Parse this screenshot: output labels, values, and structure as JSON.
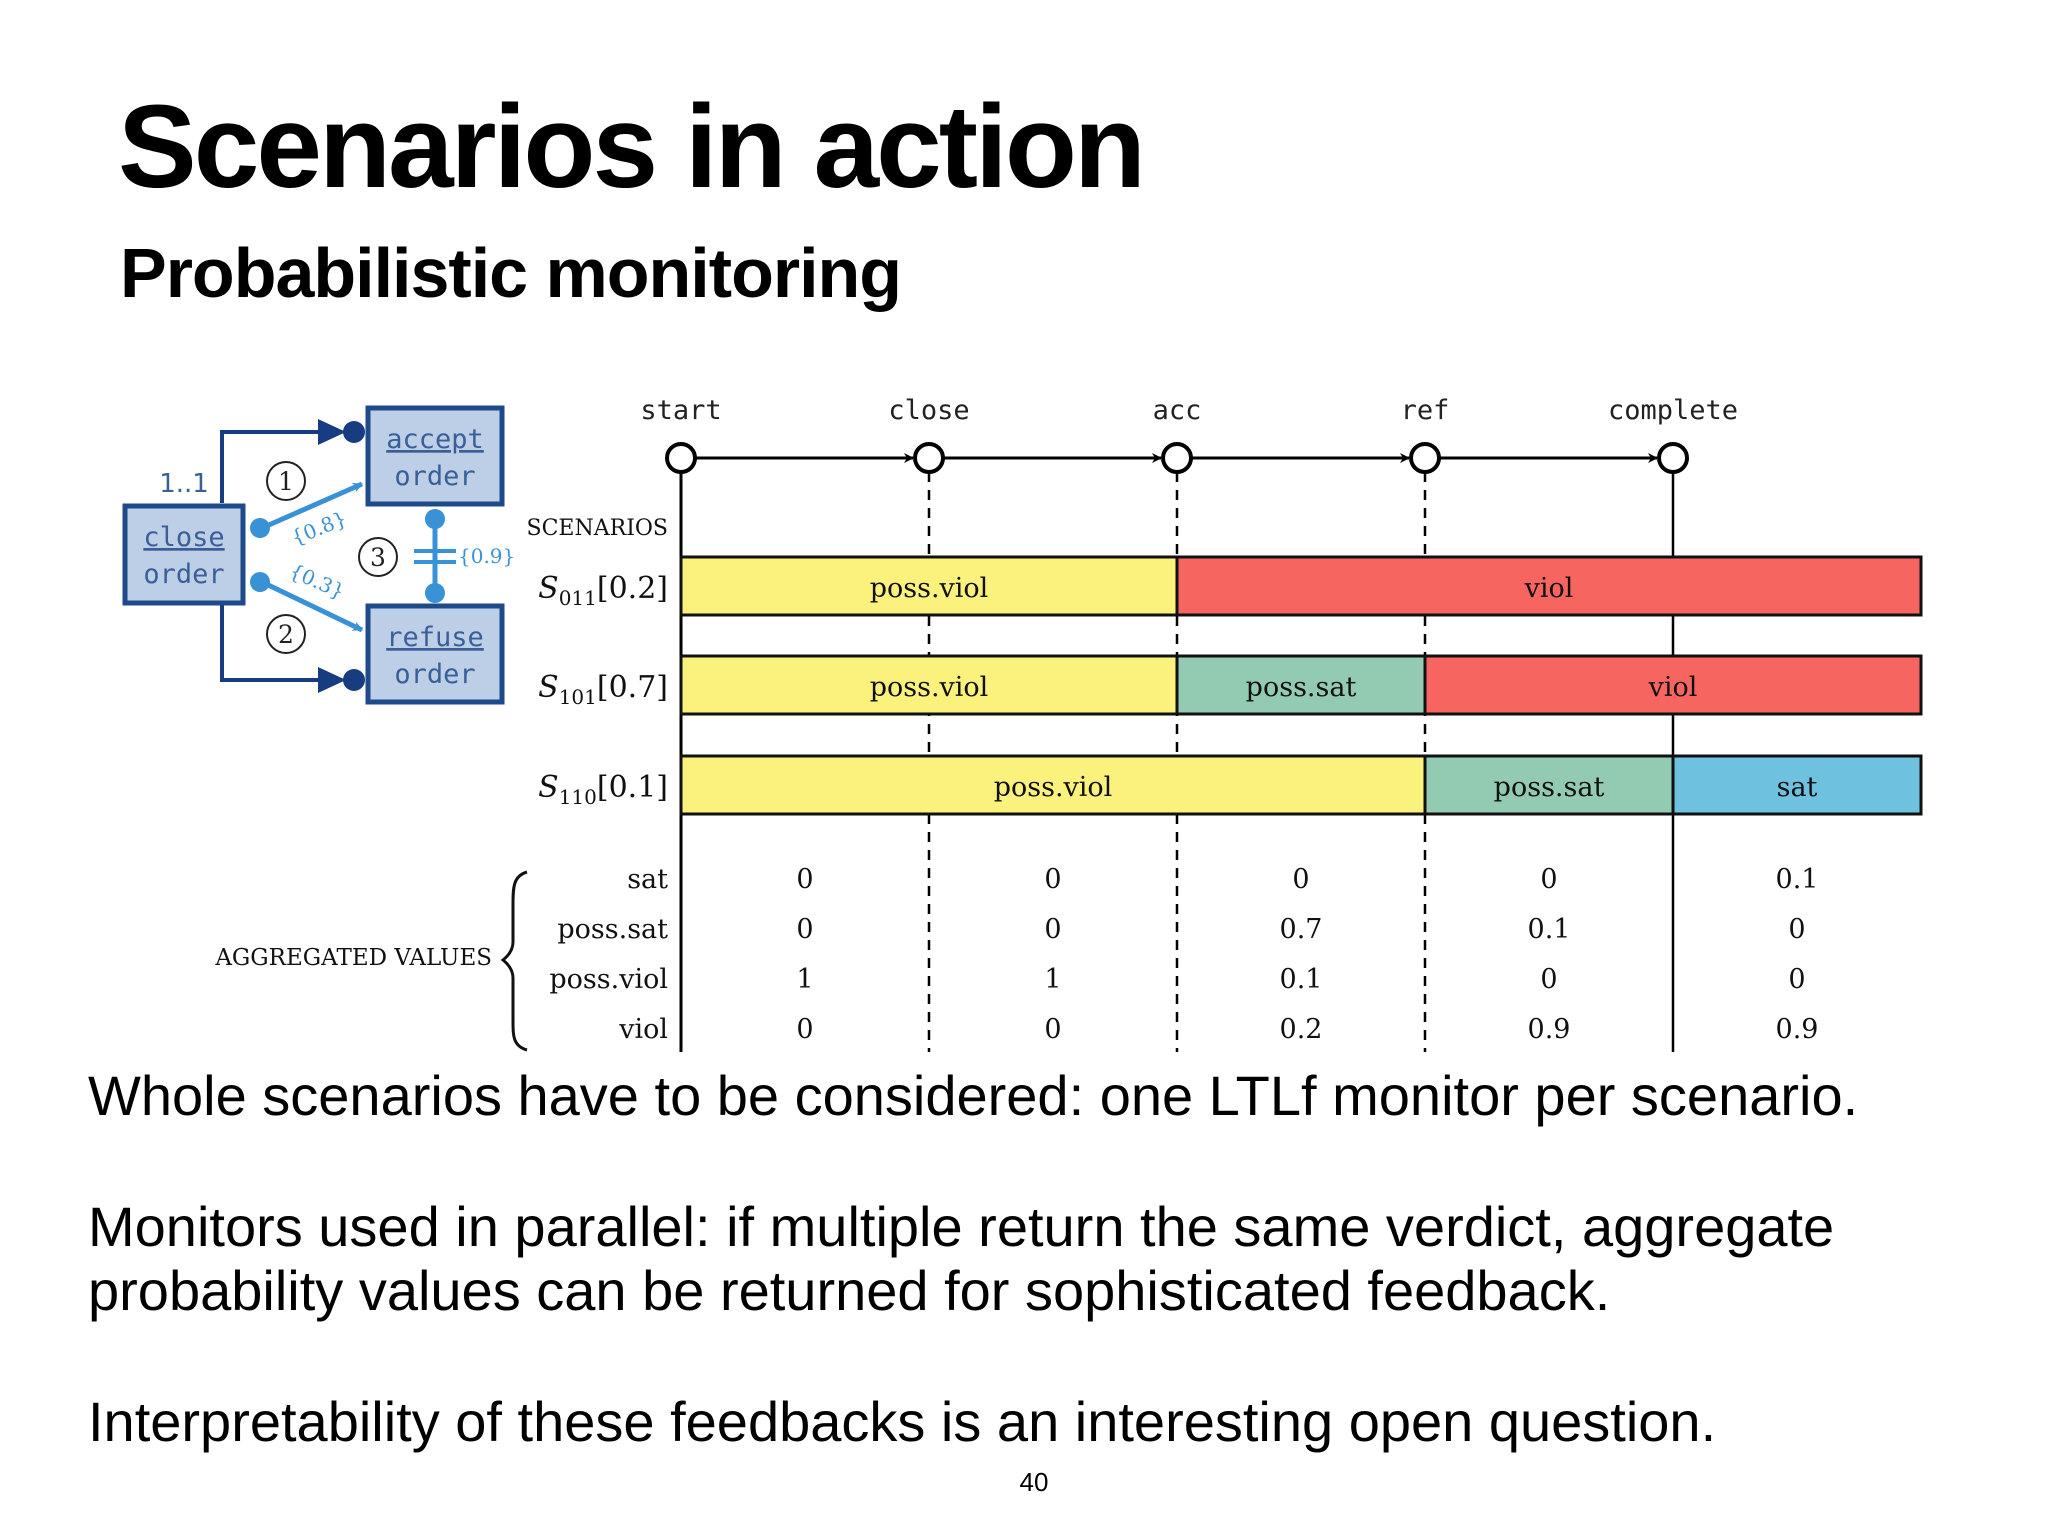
{
  "slide": {
    "title": "Scenarios in action",
    "subtitle": "Probabilistic monitoring",
    "paragraphs": [
      "Whole scenarios have to be considered: one LTLf monitor per scenario.",
      "Monitors used in parallel: if multiple return the same verdict, aggregate probability values can be returned for sophisticated feedback.",
      "Interpretability of these feedbacks is an interesting open question."
    ],
    "page_number": "40"
  },
  "model": {
    "activities": [
      "accept order",
      "close order",
      "refuse order"
    ],
    "multiplicity": "1..1",
    "constraint_numbers": [
      "1",
      "2",
      "3"
    ],
    "probabilities": [
      "{0.8}",
      "{0.3}",
      "{0.9}"
    ]
  },
  "trace": {
    "events": [
      "start",
      "close",
      "acc",
      "ref",
      "complete"
    ],
    "scenarios_heading": "SCENARIOS",
    "aggregated_heading": "AGGREGATED VALUES"
  },
  "scenarios": [
    {
      "id": "011",
      "prob": "[0.2]",
      "segments": [
        {
          "label": "poss.viol",
          "state": "poss_viol",
          "from": 0,
          "to": 2
        },
        {
          "label": "viol",
          "state": "viol",
          "from": 2,
          "to": 5
        }
      ]
    },
    {
      "id": "101",
      "prob": "[0.7]",
      "segments": [
        {
          "label": "poss.viol",
          "state": "poss_viol",
          "from": 0,
          "to": 2
        },
        {
          "label": "poss.sat",
          "state": "poss_sat",
          "from": 2,
          "to": 3
        },
        {
          "label": "viol",
          "state": "viol",
          "from": 3,
          "to": 5
        }
      ]
    },
    {
      "id": "110",
      "prob": "[0.1]",
      "segments": [
        {
          "label": "poss.viol",
          "state": "poss_viol",
          "from": 0,
          "to": 3
        },
        {
          "label": "poss.sat",
          "state": "poss_sat",
          "from": 3,
          "to": 4
        },
        {
          "label": "sat",
          "state": "sat",
          "from": 4,
          "to": 5
        }
      ]
    }
  ],
  "aggregated": [
    {
      "label": "sat",
      "values": [
        "0",
        "0",
        "0",
        "0",
        "0.1"
      ]
    },
    {
      "label": "poss.sat",
      "values": [
        "0",
        "0",
        "0.7",
        "0.1",
        "0"
      ]
    },
    {
      "label": "poss.viol",
      "values": [
        "1",
        "1",
        "0.1",
        "0",
        "0"
      ]
    },
    {
      "label": "viol",
      "values": [
        "0",
        "0",
        "0.2",
        "0.9",
        "0.9"
      ]
    }
  ],
  "colors": {
    "poss_viol": "#fbf27d",
    "viol": "#f6655f",
    "poss_sat": "#93cab2",
    "sat": "#6fc1e0",
    "activity_fill": "#bccfe6",
    "activity_stroke": "#1f4a8a",
    "constraint_blue": "#3a92d6",
    "navy": "#173d80"
  }
}
